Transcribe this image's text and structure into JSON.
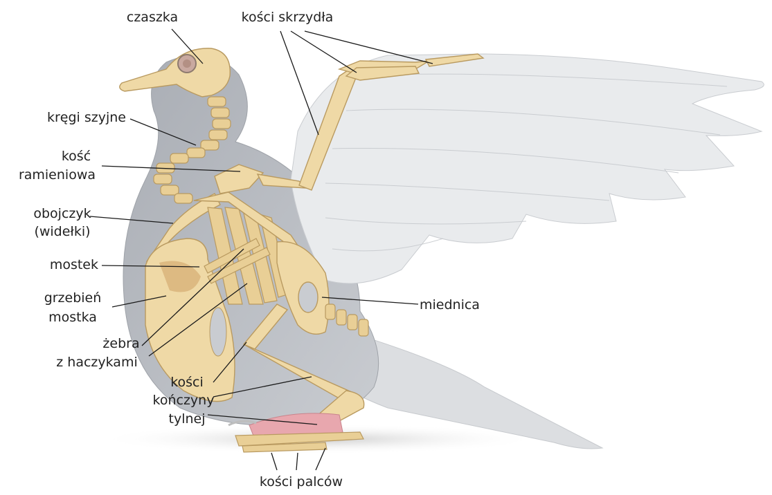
{
  "labels": {
    "czaszka": "czaszka",
    "kosci_skrzydla": "kości skrzydła",
    "kregi_szyjne": "kręgi szyjne",
    "kosc_ramieniowa_1": "kość",
    "kosc_ramieniowa_2": "ramieniowa",
    "obojczyk_1": "obojczyk",
    "obojczyk_2": "(widełki)",
    "mostek": "mostek",
    "grzebien_1": "grzebień",
    "grzebien_2": "mostka",
    "zebra_1": "żebra",
    "zebra_2": "z haczykami",
    "miednica": "miednica",
    "konczyna_1": "kości",
    "konczyna_2": "kończyny",
    "konczyna_3": "tylnej",
    "palce": "kości palców"
  },
  "colors": {
    "bone": "#efd9a6",
    "body": "#b9bcc2",
    "wing": "#e6e8ea",
    "leg": "#e8a7ae"
  }
}
